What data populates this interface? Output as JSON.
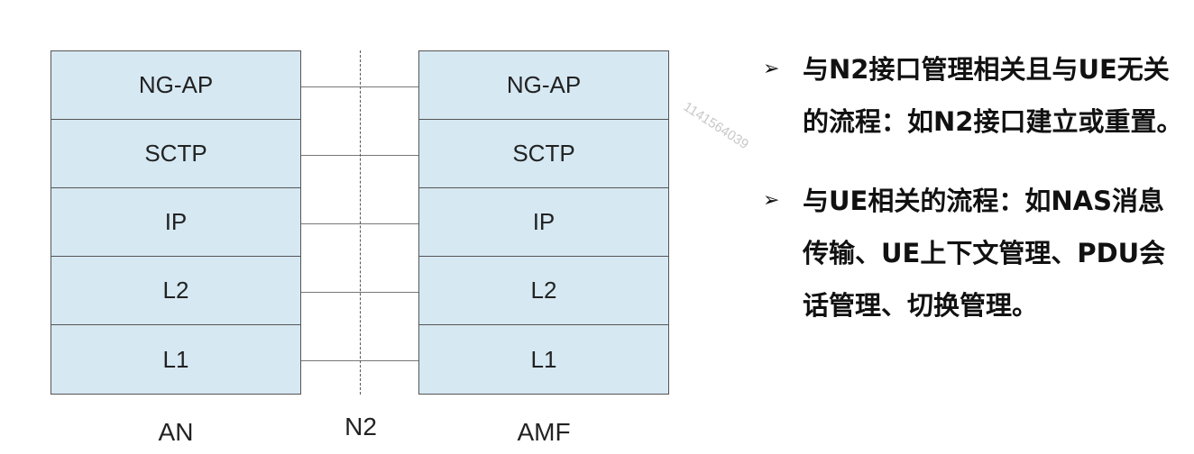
{
  "left_stack": {
    "label": "AN",
    "layers": [
      "NG-AP",
      "SCTP",
      "IP",
      "L2",
      "L1"
    ]
  },
  "right_stack": {
    "label": "AMF",
    "layers": [
      "NG-AP",
      "SCTP",
      "IP",
      "L2",
      "L1"
    ]
  },
  "interface_label": "N2",
  "watermark": "1141564039",
  "bullets": [
    {
      "icon": "arrow-bullet-icon",
      "text": "与N2接口管理相关且与UE无关的流程：如N2接口建立或重置。"
    },
    {
      "icon": "arrow-bullet-icon",
      "text": "与UE相关的流程：如NAS消息传输、UE上下文管理、PDU会话管理、切换管理。"
    }
  ],
  "colors": {
    "layer_fill": "#d6e8f2",
    "border": "#555555",
    "text": "#222222"
  }
}
